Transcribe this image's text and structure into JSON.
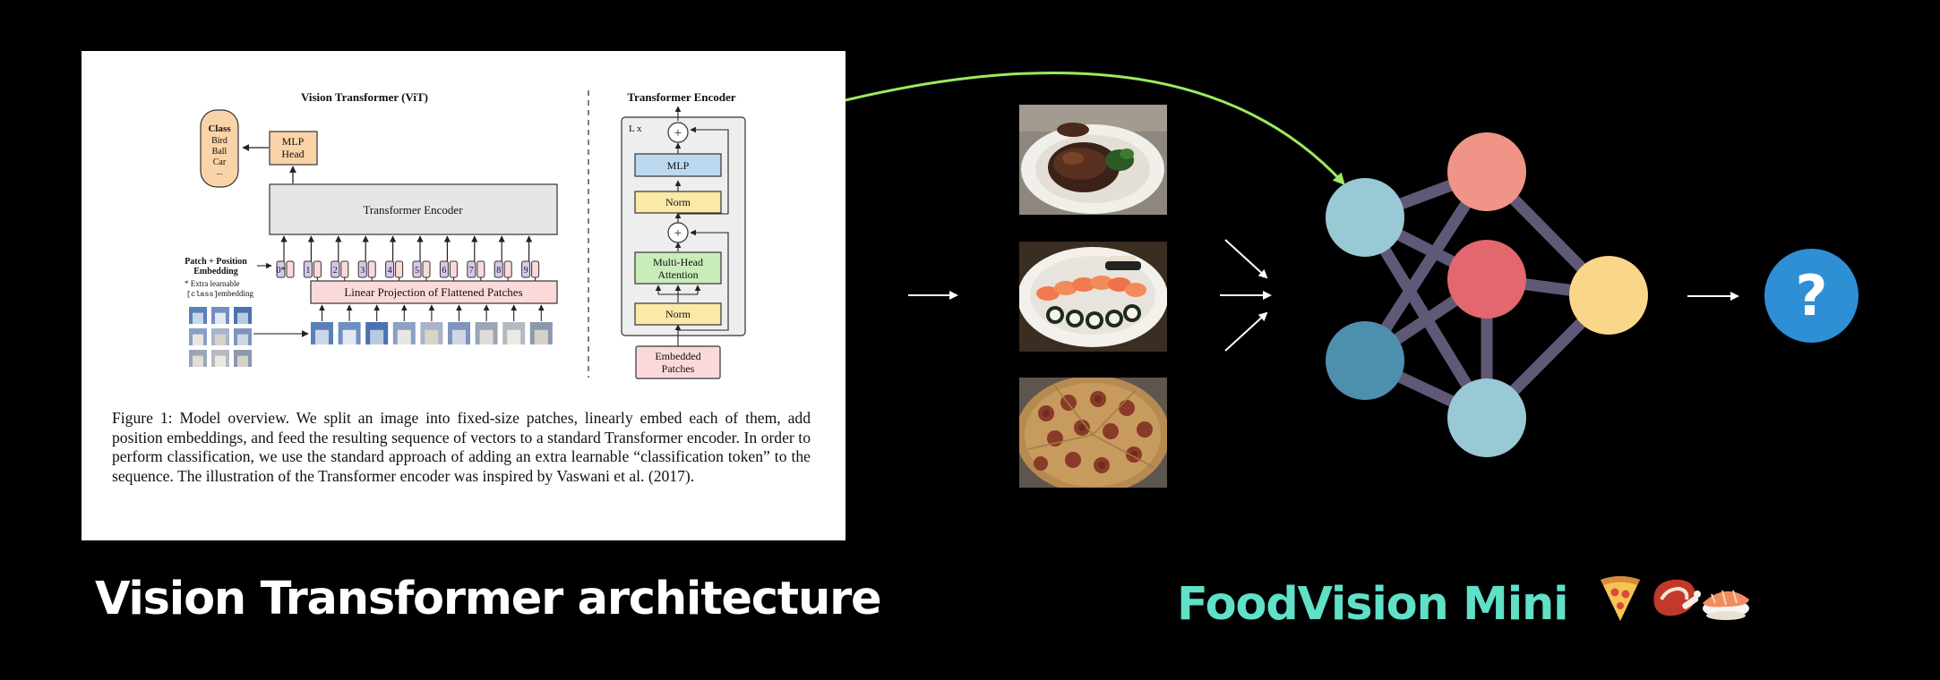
{
  "vit_figure": {
    "vit_title": "Vision Transformer (ViT)",
    "encoder_title": "Transformer Encoder",
    "class_box": {
      "title": "Class",
      "items": [
        "Bird",
        "Ball",
        "Car",
        "..."
      ]
    },
    "mlp_head": [
      "MLP",
      "Head"
    ],
    "transformer_encoder_label": "Transformer Encoder",
    "patch_embedding_label": [
      "Patch + Position",
      "Embedding"
    ],
    "extra_learnable_note": [
      "* Extra learnable",
      "[class]",
      "embedding"
    ],
    "token_labels": [
      "0*",
      "1",
      "2",
      "3",
      "4",
      "5",
      "6",
      "7",
      "8",
      "9"
    ],
    "linear_projection_label": "Linear Projection of Flattened Patches",
    "encoder_block": {
      "repeat_label": "L x",
      "plus_symbol": "+",
      "mlp": "MLP",
      "norm": "Norm",
      "attention": [
        "Multi-Head",
        "Attention"
      ],
      "embedded_patches": [
        "Embedded",
        "Patches"
      ]
    },
    "caption": "Figure 1: Model overview. We split an image into fixed-size patches, linearly embed each of them, add position embeddings, and feed the resulting sequence of vectors to a standard Transformer encoder. In order to perform classification, we use the standard approach of adding an extra learnable “classification token” to the sequence. The illustration of the Transformer encoder was inspired by Vaswani et al. (2017)."
  },
  "food_images": [
    "steak-photo",
    "sushi-photo",
    "pizza-photo"
  ],
  "neural_network": {
    "node_colors": {
      "light_blue": "#99c9d4",
      "dark_blue": "#4f8fae",
      "salmon": "#ef9486",
      "red": "#e3676e",
      "yellow": "#f9d68a"
    },
    "edge_color": "#5f5876",
    "input_arrow_color": "#9bea5f"
  },
  "output_badge": {
    "symbol": "?",
    "color": "#2f8fd5"
  },
  "titles": {
    "left": "Vision Transformer architecture",
    "right": "FoodVision Mini",
    "right_color": "#5fe0c7",
    "right_icons": [
      "pizza-icon",
      "steak-icon",
      "sushi-icon"
    ]
  }
}
